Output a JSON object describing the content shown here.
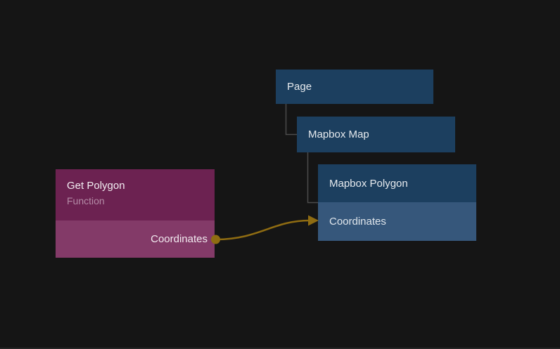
{
  "colors": {
    "canvas_background": "#151515",
    "visual_node_header": "#1c3f5f",
    "visual_node_port_row": "#36577b",
    "function_node_header": "#6c2251",
    "function_node_port_row": "#833a68",
    "connection": "#8f6c12",
    "tree_line": "#4c4c4c",
    "title_text": "#e6eaee",
    "subtitle_text": "#b48ba6"
  },
  "nodes": {
    "page": {
      "title": "Page"
    },
    "mapbox_map": {
      "title": "Mapbox Map"
    },
    "mapbox_polygon": {
      "title": "Mapbox Polygon",
      "input_label": "Coordinates"
    },
    "get_polygon": {
      "title": "Get Polygon",
      "subtitle": "Function",
      "output_label": "Coordinates"
    }
  },
  "connection": {
    "from": "Get Polygon / Coordinates",
    "to": "Mapbox Polygon / Coordinates"
  }
}
